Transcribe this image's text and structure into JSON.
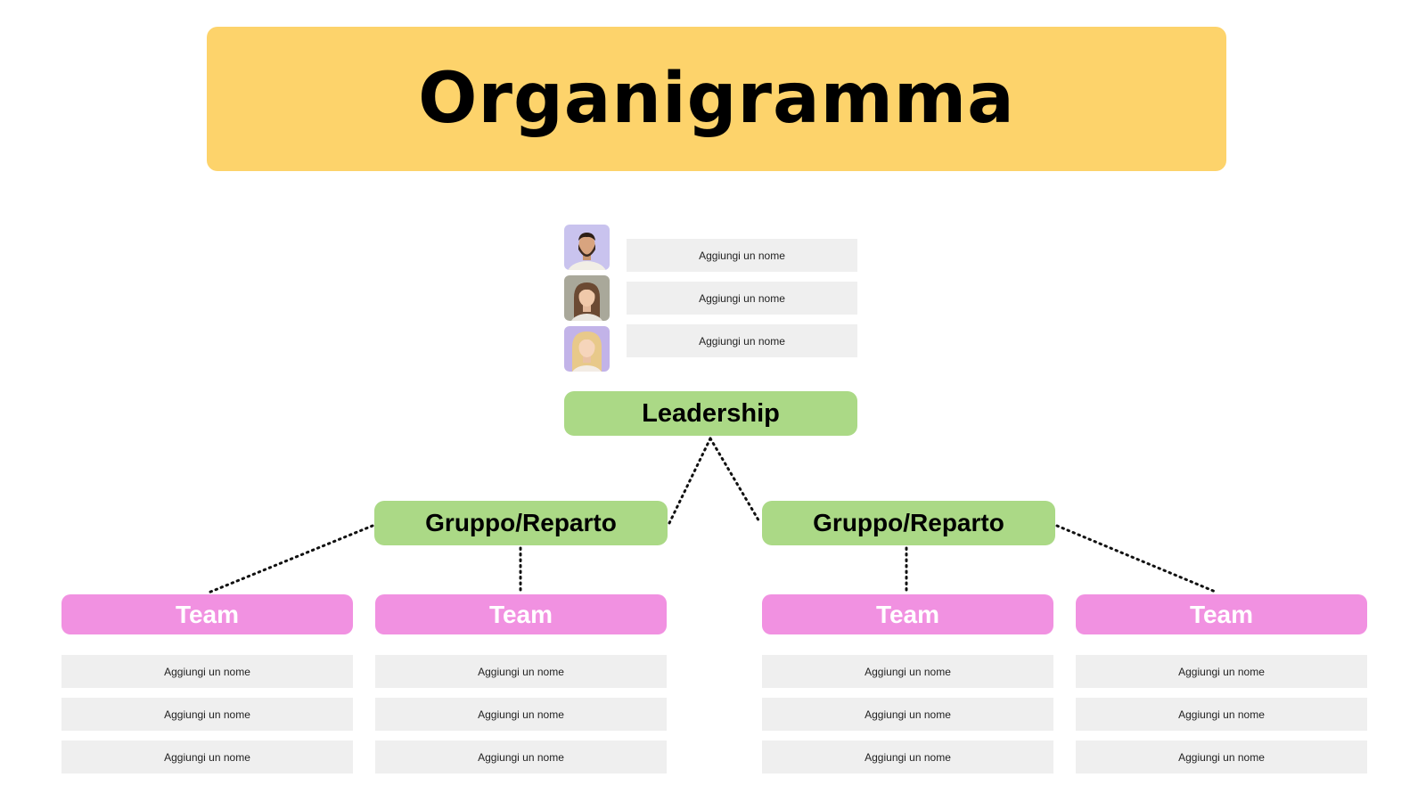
{
  "title": "Organigramma",
  "leadership": {
    "label": "Leadership",
    "members": [
      {
        "avatar_icon": "man-avatar-icon",
        "name_placeholder": "Aggiungi un nome"
      },
      {
        "avatar_icon": "woman-avatar-icon",
        "name_placeholder": "Aggiungi un nome"
      },
      {
        "avatar_icon": "woman-blonde-avatar-icon",
        "name_placeholder": "Aggiungi un nome"
      }
    ]
  },
  "groups": [
    {
      "label": "Gruppo/Reparto",
      "teams": [
        {
          "label": "Team",
          "members": [
            "Aggiungi un nome",
            "Aggiungi un nome",
            "Aggiungi un nome"
          ]
        },
        {
          "label": "Team",
          "members": [
            "Aggiungi un nome",
            "Aggiungi un nome",
            "Aggiungi un nome"
          ]
        }
      ]
    },
    {
      "label": "Gruppo/Reparto",
      "teams": [
        {
          "label": "Team",
          "members": [
            "Aggiungi un nome",
            "Aggiungi un nome",
            "Aggiungi un nome"
          ]
        },
        {
          "label": "Team",
          "members": [
            "Aggiungi un nome",
            "Aggiungi un nome",
            "Aggiungi un nome"
          ]
        }
      ]
    }
  ],
  "colors": {
    "title_bg": "#fdd36b",
    "group_bg": "#abd986",
    "team_bg": "#f191e1",
    "field_bg": "#efefef"
  }
}
